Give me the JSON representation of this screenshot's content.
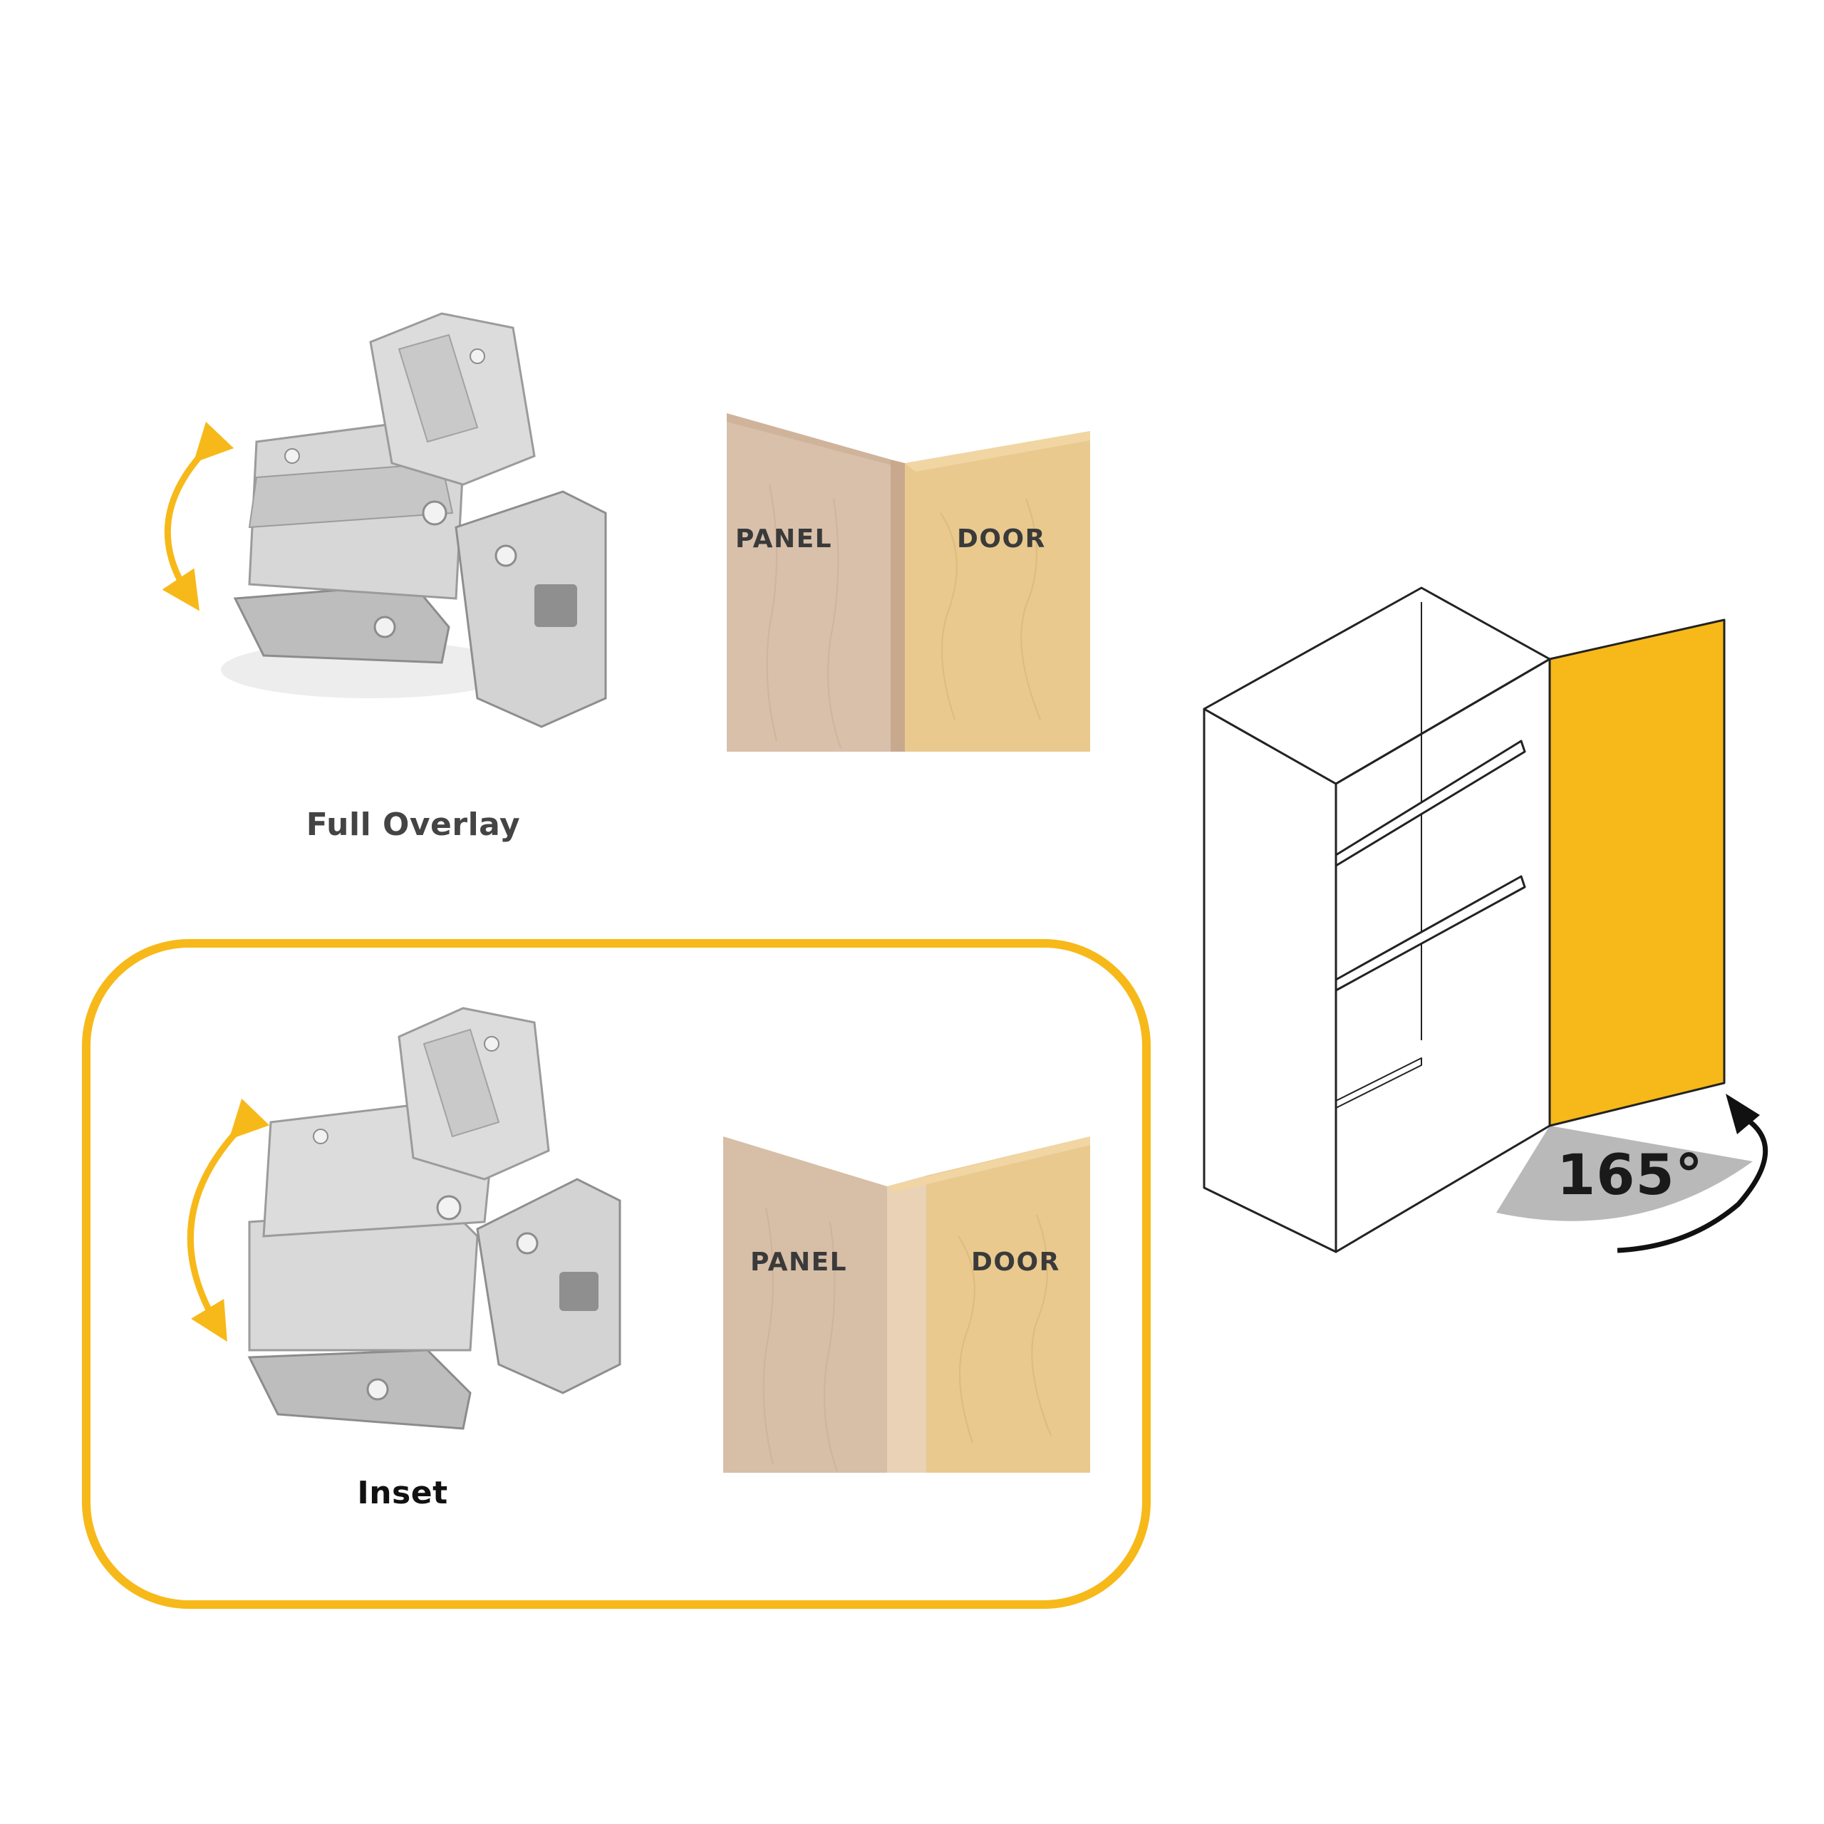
{
  "options": [
    {
      "caption": "Full Overlay",
      "panel_label": "PANEL",
      "door_label": "DOOR",
      "highlighted": false
    },
    {
      "caption": "Inset",
      "panel_label": "PANEL",
      "door_label": "DOOR",
      "highlighted": true
    }
  ],
  "cabinet": {
    "opening_angle": "165°"
  },
  "colors": {
    "accent": "#F7B919",
    "door": "#F7B919",
    "panel_wood": "#D9C0AA",
    "door_wood": "#E9C98E",
    "caption_full_overlay": "#444444",
    "caption_inset": "#111111",
    "swing_area": "#B9B9B9"
  },
  "icons": [
    "curved-double-arrow-icon",
    "hinge-image",
    "wood-corner-sample",
    "cabinet-illustration",
    "rotation-arrow-icon"
  ]
}
